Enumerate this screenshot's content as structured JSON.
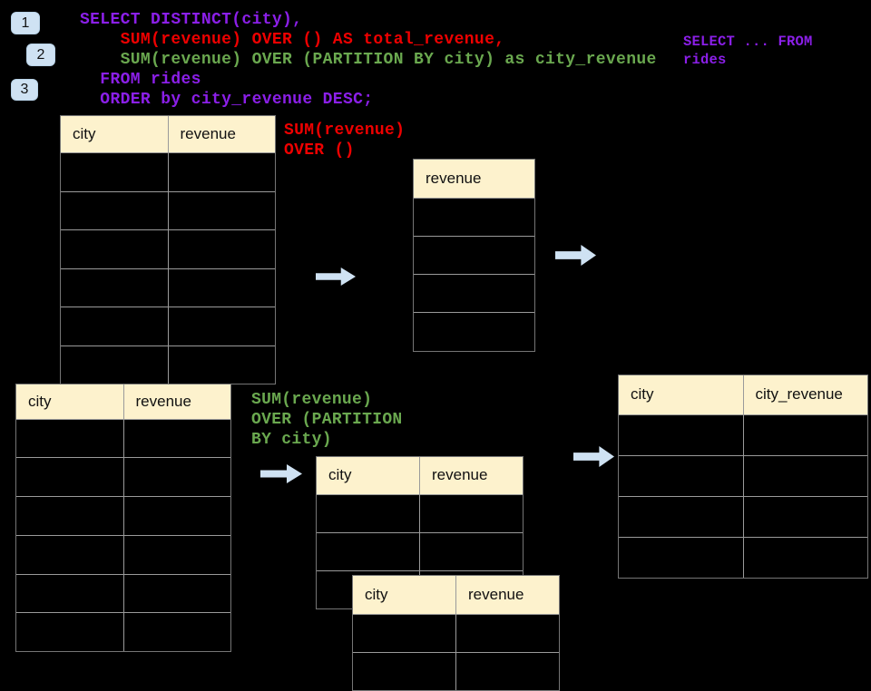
{
  "colors": {
    "purple": "#8b1fe8",
    "red": "#ee0000",
    "green": "#6aa84f",
    "accent_blue": "#cfe2f3",
    "header_fill": "#fdf2cd"
  },
  "badges": [
    {
      "label": "1"
    },
    {
      "label": "2"
    },
    {
      "label": "3"
    }
  ],
  "sql_main": {
    "lines": [
      {
        "text": "SELECT DISTINCT(city),",
        "color": "#8b1fe8"
      },
      {
        "text": "    SUM(revenue) OVER () AS total_revenue,",
        "color": "#ee0000"
      },
      {
        "text": "    SUM(revenue) OVER (PARTITION BY city) as city_revenue",
        "color": "#6aa84f"
      },
      {
        "text": "  FROM rides",
        "color": "#8b1fe8"
      },
      {
        "text": "  ORDER by city_revenue DESC;",
        "color": "#8b1fe8"
      }
    ]
  },
  "sql_snippet_right": {
    "color": "#8b1fe8",
    "lines": [
      "SELECT ... FROM",
      "rides"
    ]
  },
  "annotation_total_revenue": {
    "color": "#ee0000",
    "lines": [
      "SUM(revenue)",
      "OVER ()"
    ]
  },
  "annotation_partition": {
    "color": "#6aa84f",
    "lines": [
      "SUM(revenue)",
      "OVER (PARTITION",
      "BY city)"
    ]
  },
  "tables": {
    "source_top": {
      "headers": [
        "city",
        "revenue"
      ],
      "body_rows": 6
    },
    "revenue_only": {
      "headers": [
        "revenue"
      ],
      "body_rows": 4
    },
    "source_bottom": {
      "headers": [
        "city",
        "revenue"
      ],
      "body_rows": 6
    },
    "partition_mid": {
      "headers": [
        "city",
        "revenue"
      ],
      "body_rows": 3
    },
    "partition_overlay": {
      "headers": [
        "city",
        "revenue"
      ],
      "body_rows": 2
    },
    "result_right": {
      "headers": [
        "city",
        "city_revenue"
      ],
      "body_rows": 4
    }
  },
  "icons": {
    "right_arrow": "block-right-arrow"
  }
}
